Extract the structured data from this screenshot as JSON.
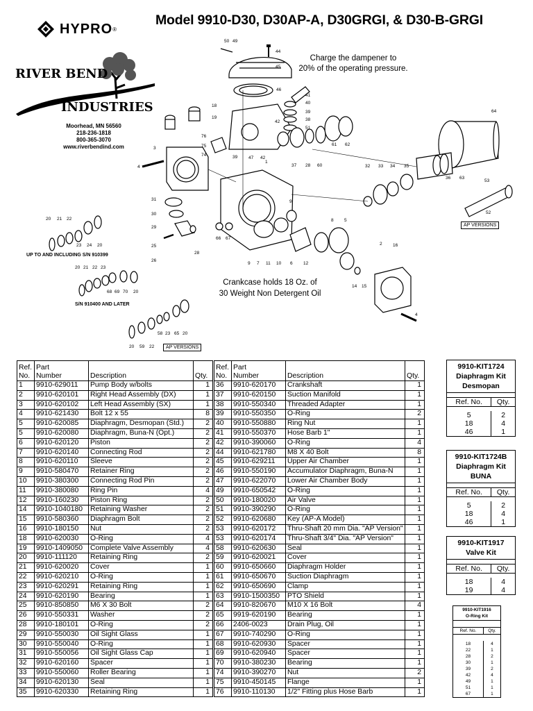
{
  "header": {
    "title": "Model 9910-D30, D30AP-A, D30GRGI, & D30-B-GRGI",
    "brand": "HYPRO",
    "dealer_line1": "RIVER BEND",
    "dealer_line2": "INDUSTRIES",
    "dealer_contact": [
      "Moorhead, MN  56560",
      "218-236-1818",
      "800-365-3070",
      "www.riverbendind.com"
    ]
  },
  "notes": {
    "charge_line1": "Charge the dampener to",
    "charge_line2": "20% of the operating pressure.",
    "crankcase_line1": "Crankcase holds 18 Oz. of",
    "crankcase_line2": "30 Weight Non Detergent Oil",
    "serial_before": "UP TO AND INCLUDING S/N 910399",
    "serial_after": "S/N 910400 AND LATER",
    "ap_versions_1": "AP VERSIONS",
    "ap_versions_2": "AP VERSIONS"
  },
  "table_headers": {
    "ref1": "Ref.",
    "ref2": "No.",
    "part1": "Part",
    "part2": "Number",
    "desc": "Description",
    "qty": "Qty."
  },
  "parts_left": [
    [
      "1",
      "9910-629011",
      "Pump Body w/bolts",
      "1"
    ],
    [
      "2",
      "9910-620101",
      "Right Head Assembly (DX)",
      "1"
    ],
    [
      "3",
      "9910-620102",
      "Left Head Assembly (SX)",
      "1"
    ],
    [
      "4",
      "9910-621430",
      "Bolt 12 x 55",
      "8"
    ],
    [
      "5",
      "9910-620085",
      "Diaphragm, Desmopan (Std.)",
      "2"
    ],
    [
      "5",
      "9910-620080",
      "Diaphragm, Buna-N (Opt.)",
      "2"
    ],
    [
      "6",
      "9910-620120",
      "Piston",
      "2"
    ],
    [
      "7",
      "9910-620140",
      "Connecting Rod",
      "2"
    ],
    [
      "8",
      "9910-620110",
      "Sleeve",
      "2"
    ],
    [
      "9",
      "9910-580470",
      "Retainer Ring",
      "2"
    ],
    [
      "10",
      "9910-380300",
      "Connecting Rod Pin",
      "2"
    ],
    [
      "11",
      "9910-380080",
      "Ring Pin",
      "4"
    ],
    [
      "12",
      "9910-160230",
      "Piston Ring",
      "2"
    ],
    [
      "14",
      "9910-1040180",
      "Retaining Washer",
      "2"
    ],
    [
      "15",
      "9910-580360",
      "Diaphragm Bolt",
      "2"
    ],
    [
      "16",
      "9910-180150",
      "Nut",
      "2"
    ],
    [
      "18",
      "9910-620030",
      "O-Ring",
      "4"
    ],
    [
      "19",
      "9910-1409050",
      "Complete Valve Assembly",
      "4"
    ],
    [
      "20",
      "9910-111120",
      "Retaining Ring",
      "2"
    ],
    [
      "21",
      "9910-620020",
      "Cover",
      "1"
    ],
    [
      "22",
      "9910-620210",
      "O-Ring",
      "1"
    ],
    [
      "23",
      "9910-620291",
      "Retaining Ring",
      "1"
    ],
    [
      "24",
      "9910-620190",
      "Bearing",
      "1"
    ],
    [
      "25",
      "9910-850850",
      "M6 X 30 Bolt",
      "2"
    ],
    [
      "26",
      "9910-550331",
      "Washer",
      "2"
    ],
    [
      "28",
      "9910-180101",
      "O-Ring",
      "2"
    ],
    [
      "29",
      "9910-550030",
      "Oil Sight Glass",
      "1"
    ],
    [
      "30",
      "9910-550040",
      "O-Ring",
      "1"
    ],
    [
      "31",
      "9910-550056",
      "Oil Sight Glass Cap",
      "1"
    ],
    [
      "32",
      "9910-620160",
      "Spacer",
      "1"
    ],
    [
      "33",
      "9910-550060",
      "Roller Bearing",
      "1"
    ],
    [
      "34",
      "9910-620130",
      "Seal",
      "1"
    ],
    [
      "35",
      "9910-620330",
      "Retaining Ring",
      "1"
    ]
  ],
  "parts_right": [
    [
      "36",
      "9910-620170",
      "Crankshaft",
      "1"
    ],
    [
      "37",
      "9910-620150",
      "Suction Manifold",
      "1"
    ],
    [
      "38",
      "9910-550340",
      "Threaded Adapter",
      "1"
    ],
    [
      "39",
      "9910-550350",
      "O-Ring",
      "2"
    ],
    [
      "40",
      "9910-550880",
      "Ring Nut",
      "1"
    ],
    [
      "41",
      "9910-550370",
      "Hose Barb 1\"",
      "1"
    ],
    [
      "42",
      "9910-390060",
      "O-Ring",
      "4"
    ],
    [
      "44",
      "9910-621780",
      "M8 X 40 Bolt",
      "8"
    ],
    [
      "45",
      "9910-629211",
      "Upper Air Chamber",
      "1"
    ],
    [
      "46",
      "9910-550190",
      "Accumulator Diaphragm, Buna-N",
      "1"
    ],
    [
      "47",
      "9910-622070",
      "Lower Air Chamber Body",
      "1"
    ],
    [
      "49",
      "9910-650542",
      "O-Ring",
      "1"
    ],
    [
      "50",
      "9910-180020",
      "Air Valve",
      "1"
    ],
    [
      "51",
      "9910-390290",
      "O-Ring",
      "1"
    ],
    [
      "52",
      "9910-620680",
      "Key (AP-A Model)",
      "1"
    ],
    [
      "53",
      "9910-620172",
      "Thru-Shaft 20 mm Dia. \"AP Version\"",
      "1"
    ],
    [
      "53",
      "9910-620174",
      "Thru-Shaft 3/4\" Dia. \"AP Version\"",
      "1"
    ],
    [
      "58",
      "9910-620630",
      "Seal",
      "1"
    ],
    [
      "59",
      "9910-620021",
      "Cover",
      "1"
    ],
    [
      "60",
      "9910-650660",
      "Diaphragm Holder",
      "1"
    ],
    [
      "61",
      "9910-650670",
      "Suction Diaphragm",
      "1"
    ],
    [
      "62",
      "9910-650690",
      "Clamp",
      "1"
    ],
    [
      "63",
      "9910-1500350",
      "PTO Shield",
      "1"
    ],
    [
      "64",
      "9910-820670",
      "M10 X 16 Bolt",
      "4"
    ],
    [
      "65",
      "9919-620190",
      "Bearing",
      "1"
    ],
    [
      "66",
      "2406-0023",
      "Drain Plug, Oil",
      "1"
    ],
    [
      "67",
      "9910-740290",
      "O-Ring",
      "1"
    ],
    [
      "68",
      "9910-620930",
      "Spacer",
      "1"
    ],
    [
      "69",
      "9910-620940",
      "Spacer",
      "1"
    ],
    [
      "70",
      "9910-380230",
      "Bearing",
      "1"
    ],
    [
      "74",
      "9910-390270",
      "Nut",
      "2"
    ],
    [
      "75",
      "9910-450145",
      "Flange",
      "1"
    ],
    [
      "76",
      "9910-110130",
      "1/2\" Fitting plus Hose Barb",
      "1"
    ]
  ],
  "kits": [
    {
      "title": [
        "9910-KIT1724",
        "Diaphragm Kit",
        "Desmopan"
      ],
      "head": [
        "Ref. No.",
        "Qty."
      ],
      "rows": [
        [
          "5",
          "2"
        ],
        [
          "18",
          "4"
        ],
        [
          "46",
          "1"
        ]
      ]
    },
    {
      "title": [
        "9910-KIT1724B",
        "Diaphragm Kit",
        "BUNA"
      ],
      "head": [
        "Ref. No.",
        "Qty."
      ],
      "rows": [
        [
          "5",
          "2"
        ],
        [
          "18",
          "4"
        ],
        [
          "46",
          "1"
        ]
      ]
    },
    {
      "title": [
        "9910-KIT1917",
        "Valve Kit"
      ],
      "head": [
        "Ref. No.",
        "Qty."
      ],
      "rows": [
        [
          "18",
          "4"
        ],
        [
          "19",
          "4"
        ]
      ]
    },
    {
      "title": [
        "9910-KIT1916",
        "O-Ring Kit"
      ],
      "head": [
        "Ref. No.",
        "Qty."
      ],
      "rows": [
        [
          "18",
          "4"
        ],
        [
          "22",
          "1"
        ],
        [
          "28",
          "2"
        ],
        [
          "30",
          "1"
        ],
        [
          "39",
          "2"
        ],
        [
          "42",
          "4"
        ],
        [
          "49",
          "1"
        ],
        [
          "51",
          "1"
        ],
        [
          "67",
          "1"
        ]
      ]
    }
  ],
  "diagram_labels": [
    "50",
    "49",
    "44",
    "45",
    "46",
    "41",
    "40",
    "39",
    "38",
    "51",
    "42",
    "18",
    "19",
    "76",
    "75",
    "74",
    "39",
    "47",
    "42",
    "37",
    "28",
    "60",
    "61",
    "62",
    "64",
    "3",
    "4",
    "1",
    "63",
    "36",
    "32",
    "33",
    "34",
    "35",
    "53",
    "52",
    "31",
    "30",
    "29",
    "25",
    "26",
    "28",
    "9",
    "66",
    "67",
    "9",
    "7",
    "11",
    "10",
    "6",
    "12",
    "8",
    "5",
    "2",
    "16",
    "14",
    "15",
    "4",
    "20",
    "21",
    "22",
    "23",
    "24",
    "20",
    "20",
    "21",
    "22",
    "23",
    "68",
    "69",
    "70",
    "20",
    "20",
    "59",
    "22",
    "58",
    "23",
    "65",
    "20"
  ]
}
